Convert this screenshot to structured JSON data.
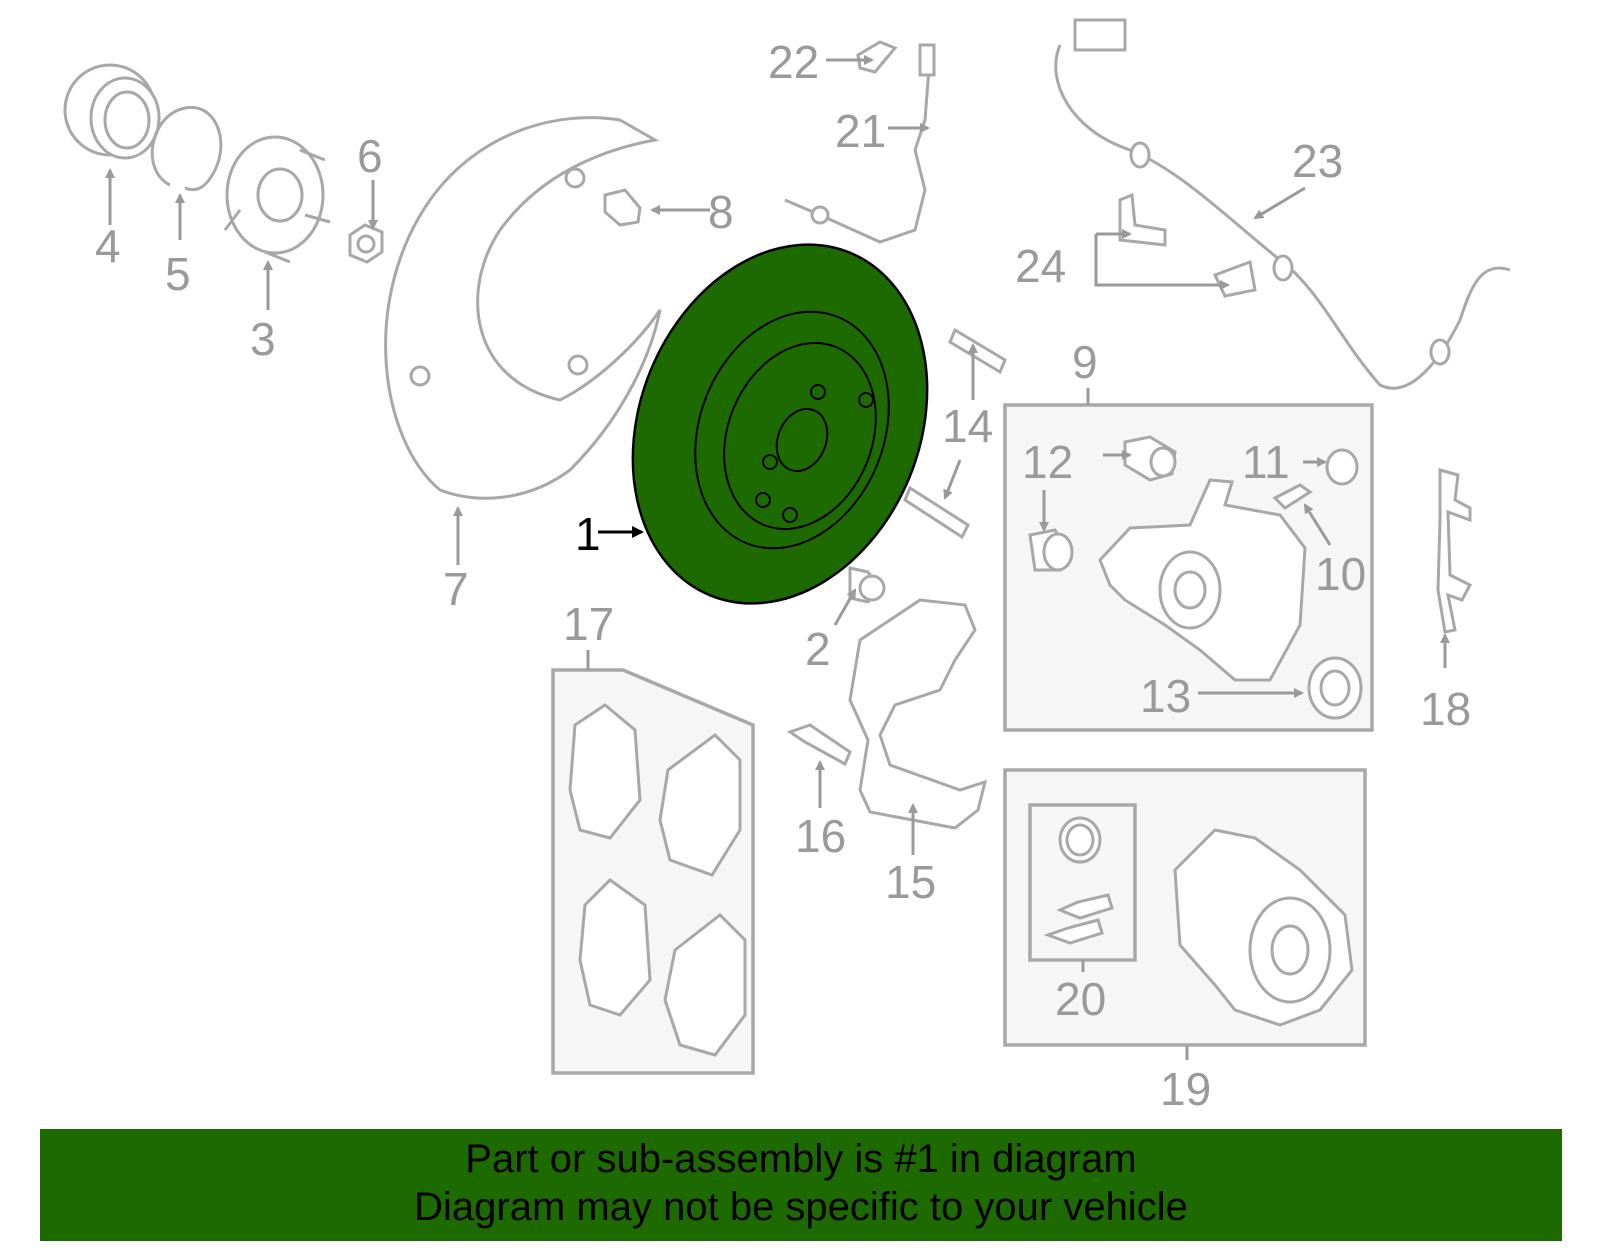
{
  "callouts": {
    "c1": "1",
    "c2": "2",
    "c3": "3",
    "c4": "4",
    "c5": "5",
    "c6": "6",
    "c7": "7",
    "c8": "8",
    "c9": "9",
    "c10": "10",
    "c11": "11",
    "c12": "12",
    "c13": "13",
    "c14": "14",
    "c15": "15",
    "c16": "16",
    "c17": "17",
    "c18": "18",
    "c19": "19",
    "c20": "20",
    "c21": "21",
    "c22": "22",
    "c23": "23",
    "c24": "24"
  },
  "footer": {
    "line1": "Part or sub-assembly is #1 in diagram",
    "line2": "Diagram may not be specific to your vehicle"
  },
  "colors": {
    "highlight": "#1d6b00",
    "part_line": "#a8a8a8",
    "callout_text": "#9a9a9a"
  }
}
